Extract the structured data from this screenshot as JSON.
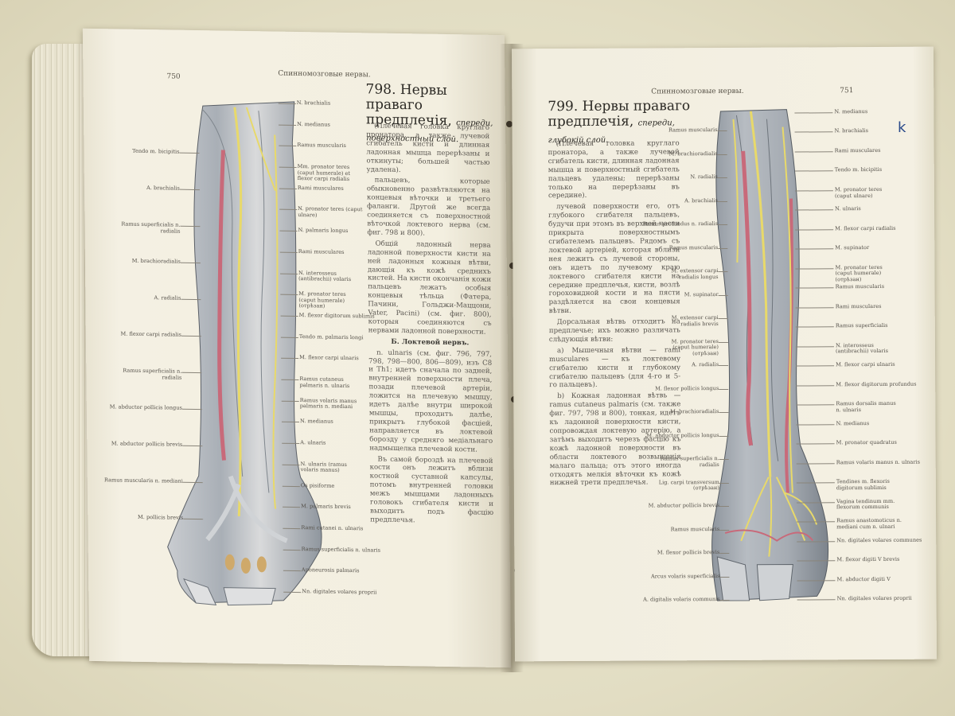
{
  "left_page": {
    "page_number": "750",
    "running_head": "Спинномозговые нервы.",
    "plate_heading": "798. Нервы праваго предплечія,",
    "plate_subheading": "спереди, поверхностный слой.",
    "labels_right": [
      "N. brachialis",
      "N. medianus",
      "Ramus muscularis",
      "Mm. pronator teres (caput humerale) et flexor carpi radialis",
      "Rami musculares",
      "N. pronator teres (caput ulnare)",
      "N. palmaris longus",
      "Rami musculares",
      "N. interosseus (antibrachii) volaris",
      "M. pronator teres (caput humerale) (отрѣзан)",
      "M. flexor digitorum sublimis",
      "Tendo m. palmaris longi",
      "M. flexor carpi ulnaris",
      "Ramus cutaneus palmaris n. ulnaris",
      "Ramus volaris manus palmaris n. mediani",
      "N. medianus",
      "A. ulnaris",
      "N. ulnaris (ramus volaris manus)",
      "Os pisiforme",
      "M. palmaris brevis",
      "Rami cutanei n. ulnaris",
      "Ramus superficialis n. ulnaris",
      "Aponeurosis palmaris",
      "Nn. digitales volares proprii"
    ],
    "labels_left": [
      "Tendo m. bicipitis",
      "A. brachialis",
      "Ramus superficialis n. radialis",
      "M. brachioradialis",
      "A. radialis",
      "M. flexor carpi radialis",
      "Ramus superficialis n. radialis",
      "M. abductor pollicis longus",
      "M. abductor pollicis brevis",
      "Ramus muscularis n. mediani",
      "M. pollicis brevis"
    ],
    "column_text": [
      "(Плечевая головка круглаго пронатора, а также лучевой сгибатель кисти и длинная ладонная мышца перерѣзаны и откинуты; большей частью удалена).",
      "пальцевъ, которые обыкновенно развѣтвляются на концевыя вѣточки и третьего фаланги. Другой же всегда соединяется съ поверхностной вѣточкой локтевого нерва (см. фиг. 798 и 800).",
      "Общій ладонный нерва ладонной поверхности кисти на ней ладонныя кожныя вѣтви, дающія къ кожѣ среднихъ кистей. На кисти окончанія кожи пальцевъ лежатъ особыя концевыя тѣльца (Фатера, Пачини, Гольджи-Маццони, Vater, Pacini) (см. фиг. 800), которыя соединяются съ нервами ладонной поверхности.",
      "Б. Локтевой нервъ.",
      "n. ulnaris (см. фиг. 796, 797, 798, 798—800, 806—809), изъ C8 и Th1; идетъ сначала по задней, внутренней поверхности плеча, позади плечевой артеріи, ложится на плечевую мышцу, идетъ далѣе внутри широкой мышцы, проходитъ далѣе, прикрытъ глубокой фасціей, направляется въ локтевой борозду у средняго медіальнаго надмыщелка плечевой кости.",
      "Въ самой бороздѣ на плечевой кости онъ лежитъ вблизи костной суставной капсулы, потомъ внутренней головки межъ мышцами ладонныхъ головокъ сгибателя кисти и выходитъ подъ фасцію предплечья."
    ]
  },
  "right_page": {
    "page_number": "751",
    "running_head": "Спинномозговые нервы.",
    "plate_heading": "799. Нервы праваго предплечія,",
    "plate_subheading": "спереди, глубокій слой.",
    "labels_right": [
      "N. medianus",
      "N. brachialis",
      "Rami musculares",
      "Tendo m. bicipitis",
      "M. pronator teres (caput ulnare)",
      "N. ulnaris",
      "M. flexor carpi radialis",
      "M. supinator",
      "M. pronator teres (caput humerale) (отрѣзан)",
      "Ramus muscularis",
      "Rami musculares",
      "Ramus superficialis",
      "N. interosseus (antibrachii) volaris",
      "M. flexor carpi ulnaris",
      "M. flexor digitorum profundus",
      "Ramus dorsalis manus n. ulnaris",
      "N. medianus",
      "M. pronator quadratus",
      "Ramus volaris manus n. ulnaris",
      "Tendines m. flexoris digitorum sublimis",
      "Vagina tendinum mm. flexorum communis",
      "Ramus anastomoticus n. mediani cum n. ulnari",
      "Nn. digitales volares communes",
      "M. flexor digiti V brevis",
      "M. abductor digiti V",
      "Nn. digitales volares proprii"
    ],
    "labels_left": [
      "Ramus muscularis",
      "M. brachioradialis",
      "N. radialis",
      "A. brachialis",
      "Ramus profundus n. radialis",
      "Ramus muscularis",
      "M. extensor carpi radialis longus",
      "M. supinator",
      "M. extensor carpi radialis brevis",
      "M. pronator teres (caput humerale) (отрѣзан)",
      "A. radialis",
      "M. flexor pollicis longus",
      "M. brachioradialis",
      "M. abductor pollicis longus",
      "Ramus superficialis n. radialis",
      "Lig. carpi transversum (отрѣзан)",
      "M. abductor pollicis brevis",
      "Ramus muscularis",
      "M. flexor pollicis brevis",
      "Arcus volaris superficialis",
      "A. digitalis volaris communis"
    ],
    "column_text": [
      "(Плечевая головка круглаго пронатора, а также лучевой сгибатель кисти, длинная ладонная мышца и поверхностный сгибатель пальцевъ удалены; перерѣзаны только на перерѣзаны въ середине).",
      "лучевой поверхности его, отъ глубокого сгибателя пальцевъ, будучи при этомъ въ верхней части прикрыта поверхностнымъ сгибателемъ пальцевъ. Рядомъ съ локтевой артеріей, которая вблизи нея лежитъ съ лучевой стороны, онъ идетъ по лучевому краю локтевого сгибателя кисти на середине предплечья, кисти, возлѣ гороховидной кости и на пясти раздѣляется на свои концевыя вѣтви.",
      "Дорсальная вѣтвь отходитъ на предплечье; ихъ можно различать слѣдующія вѣтви:",
      "a) Мышечныя вѣтви — rami musculares — къ локтевому сгибателю кисти и глубокому сгибателю пальцевъ (для 4-го и 5-го пальцевъ).",
      "b) Кожная ладонная вѣтвь — ramus cutaneus palmaris (см. также фиг. 797, 798 и 800), тонкая, идетъ къ ладонной поверхности кисти, сопровождая локтевую артерію, а затѣмъ выходитъ черезъ фасцію къ кожѣ ладонной поверхности въ области локтевого возвышенія малаго пальца; отъ этого иногда отходятъ мелкія вѣточки къ кожѣ нижней трети предплечья."
    ]
  },
  "margin_mark": "k",
  "colors": {
    "paper": "#f4f0e2",
    "table": "#e7e2c9",
    "nerve_yellow": "#e8d96a",
    "artery_red": "#c86a7a",
    "muscle_gray": "#9aa0a6",
    "margin_ink": "#2a4a8a"
  }
}
